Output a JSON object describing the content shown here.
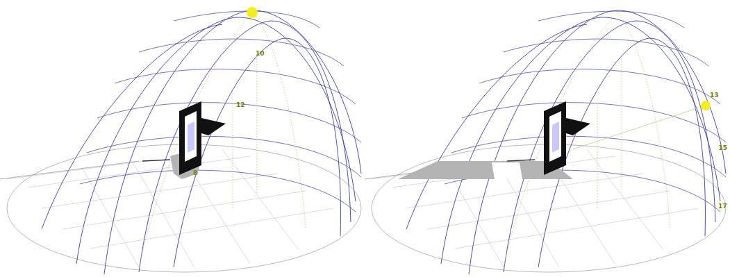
{
  "diagram": {
    "labels": [
      "12",
      "10",
      "8",
      "13",
      "15",
      "17"
    ]
  }
}
